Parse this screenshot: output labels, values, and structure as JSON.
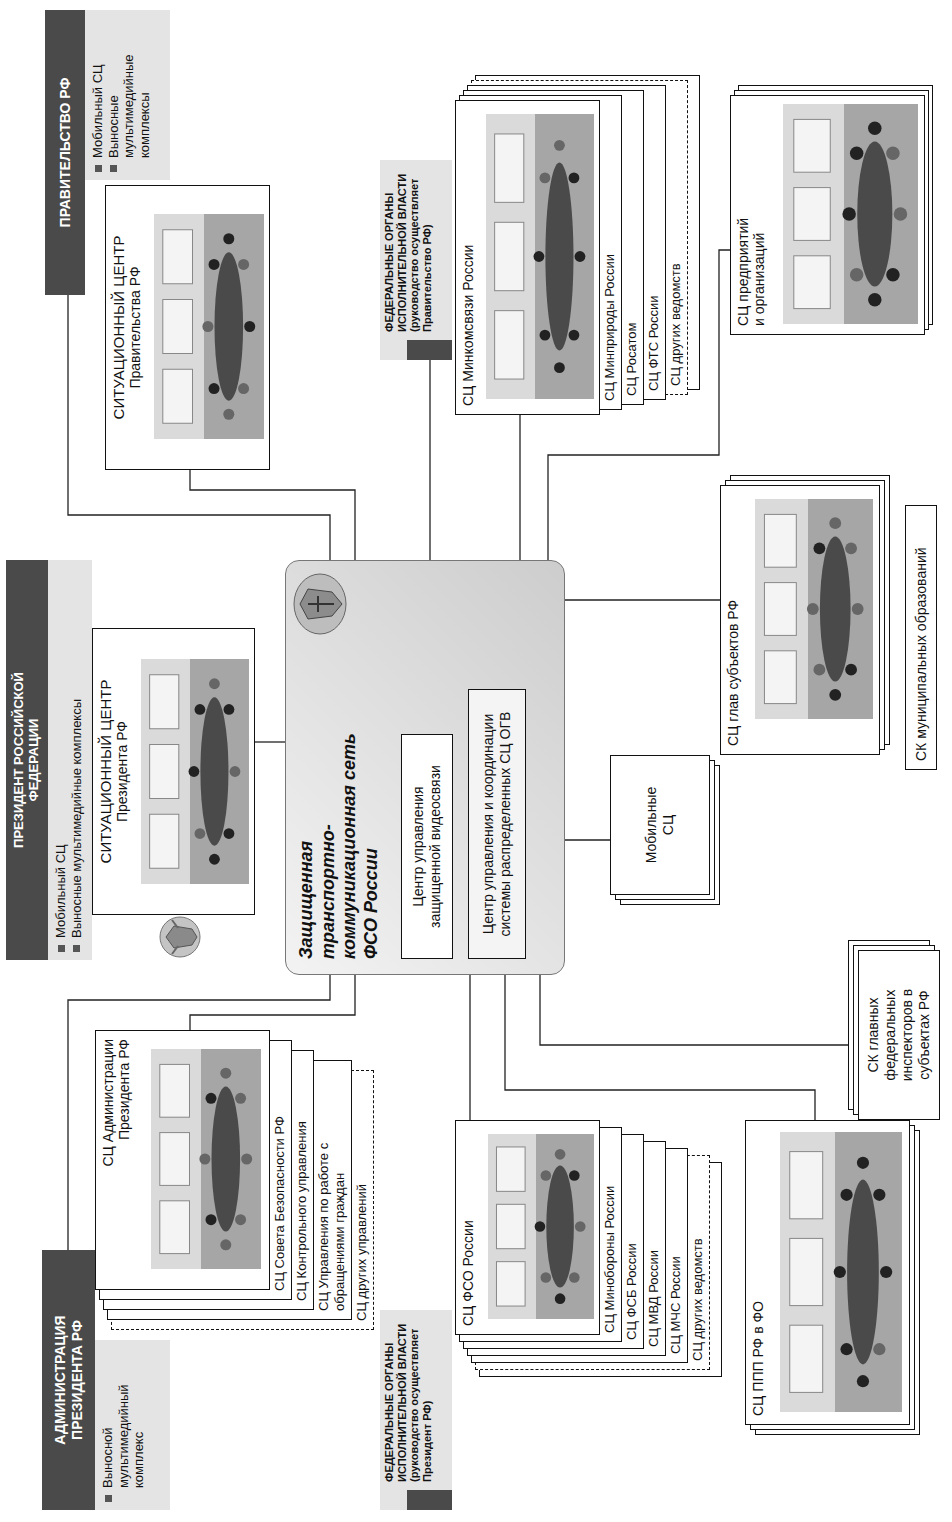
{
  "diagram": {
    "nodes": [
      {
        "text": [
          "АДМИНИСТРАЦИЯ ПРЕЗИДЕНТА РФ"
        ]
      },
      {
        "text": [
          "Выносной мультимедийный комплекс"
        ]
      },
      {
        "text": [
          "ПРЕЗИДЕНТ РОССИЙСКОЙ ФЕДЕРАЦИИ"
        ]
      },
      {
        "text": [
          "Мобильный СЦ",
          "Выносные мультимедийные комплексы"
        ]
      },
      {
        "text": [
          "ПРАВИТЕЛЬСТВО РФ"
        ]
      },
      {
        "text": [
          "Мобильный СЦ",
          "Выносные мультимедийные комплексы"
        ]
      },
      {
        "text": [
          "СЦ Администрации Президента РФ"
        ]
      },
      {
        "text": [
          "СЦ Совета Безопасности РФ"
        ]
      },
      {
        "text": [
          "СЦ Контрольного управления"
        ]
      },
      {
        "text": [
          "СЦ Управления по работе с обращениями граждан"
        ]
      },
      {
        "text": [
          "СЦ других управлений"
        ]
      },
      {
        "text": [
          "СИТУАЦИОННЫЙ ЦЕНТР",
          "Президента РФ"
        ]
      },
      {
        "text": [
          "СИТУАЦИОННЫЙ ЦЕНТР",
          "Правительства РФ"
        ]
      },
      {
        "text": [
          "Защищенная транспортно-коммуникационная сеть ФСО России"
        ]
      },
      {
        "text": [
          "Центр управления защищенной видеосвязи"
        ],
        "in": 13
      },
      {
        "text": [
          "Центр управления и координации системы распределенных СЦ ОГВ"
        ],
        "in": 13
      },
      {
        "text": [
          "ФЕДЕРАЛЬНЫЕ ОРГАНЫ ИСПОЛНИТЕЛЬНОЙ ВЛАСТИ",
          "(руководство осуществляет Президент РФ)"
        ]
      },
      {
        "text": [
          "ФЕДЕРАЛЬНЫЕ ОРГАНЫ ИСПОЛНИТЕЛЬНОЙ ВЛАСТИ",
          "(руководство осуществляет Правительство РФ)"
        ]
      },
      {
        "text": [
          "СЦ ФСО России"
        ]
      },
      {
        "text": [
          "СЦ Минобороны России"
        ]
      },
      {
        "text": [
          "СЦ ФСБ России"
        ]
      },
      {
        "text": [
          "СЦ МВД России"
        ]
      },
      {
        "text": [
          "СЦ МЧС России"
        ]
      },
      {
        "text": [
          "СЦ других ведомств"
        ]
      },
      {
        "text": [
          "СЦ Минкомсвязи России"
        ]
      },
      {
        "text": [
          "СЦ Минприроды России"
        ]
      },
      {
        "text": [
          "СЦ Росатом"
        ]
      },
      {
        "text": [
          "СЦ ФТС России"
        ]
      },
      {
        "text": [
          "СЦ других ведомств"
        ]
      },
      {
        "text": [
          "Мобильные СЦ"
        ]
      },
      {
        "text": [
          "СК главных федеральных инспекторов в субъектах РФ"
        ]
      },
      {
        "text": [
          "СЦ ППП РФ в ФО"
        ]
      },
      {
        "text": [
          "СЦ глав субъектов РФ"
        ]
      },
      {
        "text": [
          "СК муниципальных образований"
        ]
      },
      {
        "text": [
          "СЦ предприятий и организаций"
        ]
      }
    ],
    "edges": [
      {
        "from": 0,
        "to": 13,
        "arrow": "none"
      },
      {
        "from": 6,
        "to": 13,
        "arrow": "none"
      },
      {
        "from": 11,
        "to": 13,
        "arrow": "none"
      },
      {
        "from": 4,
        "to": 13,
        "arrow": "none"
      },
      {
        "from": 12,
        "to": 13,
        "arrow": "none"
      },
      {
        "from": 17,
        "to": 13,
        "arrow": "none"
      },
      {
        "from": 13,
        "to": 24,
        "arrow": "none"
      },
      {
        "from": 13,
        "to": 34,
        "arrow": "none"
      },
      {
        "from": 13,
        "to": 32,
        "arrow": "none"
      },
      {
        "from": 13,
        "to": 29,
        "arrow": "none"
      },
      {
        "from": 13,
        "to": 30,
        "arrow": "none"
      },
      {
        "from": 13,
        "to": 31,
        "arrow": "none"
      },
      {
        "from": 13,
        "to": 18,
        "arrow": "none"
      }
    ]
  }
}
